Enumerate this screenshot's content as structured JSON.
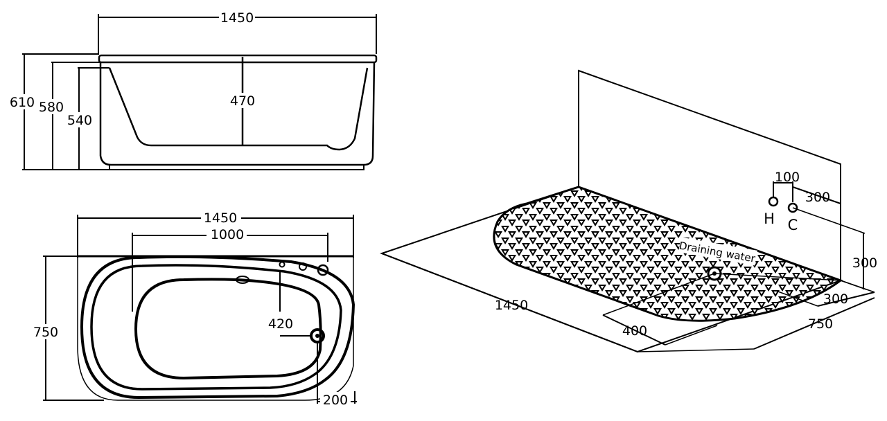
{
  "side_view": {
    "width": "1450",
    "height_total": "610",
    "height_rim": "580",
    "height_body": "540",
    "depth_inner": "470"
  },
  "top_view": {
    "length": "1450",
    "inner_length": "1000",
    "width": "750",
    "drain_offset": "420",
    "drain_edge": "200"
  },
  "installation_view": {
    "length": "1450",
    "width": "750",
    "drain_zone": "400",
    "drain_side": "300",
    "pipe_height": "300",
    "pipe_offset": "300",
    "pipe_spacing": "100",
    "hot_label": "H",
    "cold_label": "C",
    "drain_label": "Draining water"
  },
  "colors": {
    "line": "#000000",
    "background": "#ffffff"
  }
}
